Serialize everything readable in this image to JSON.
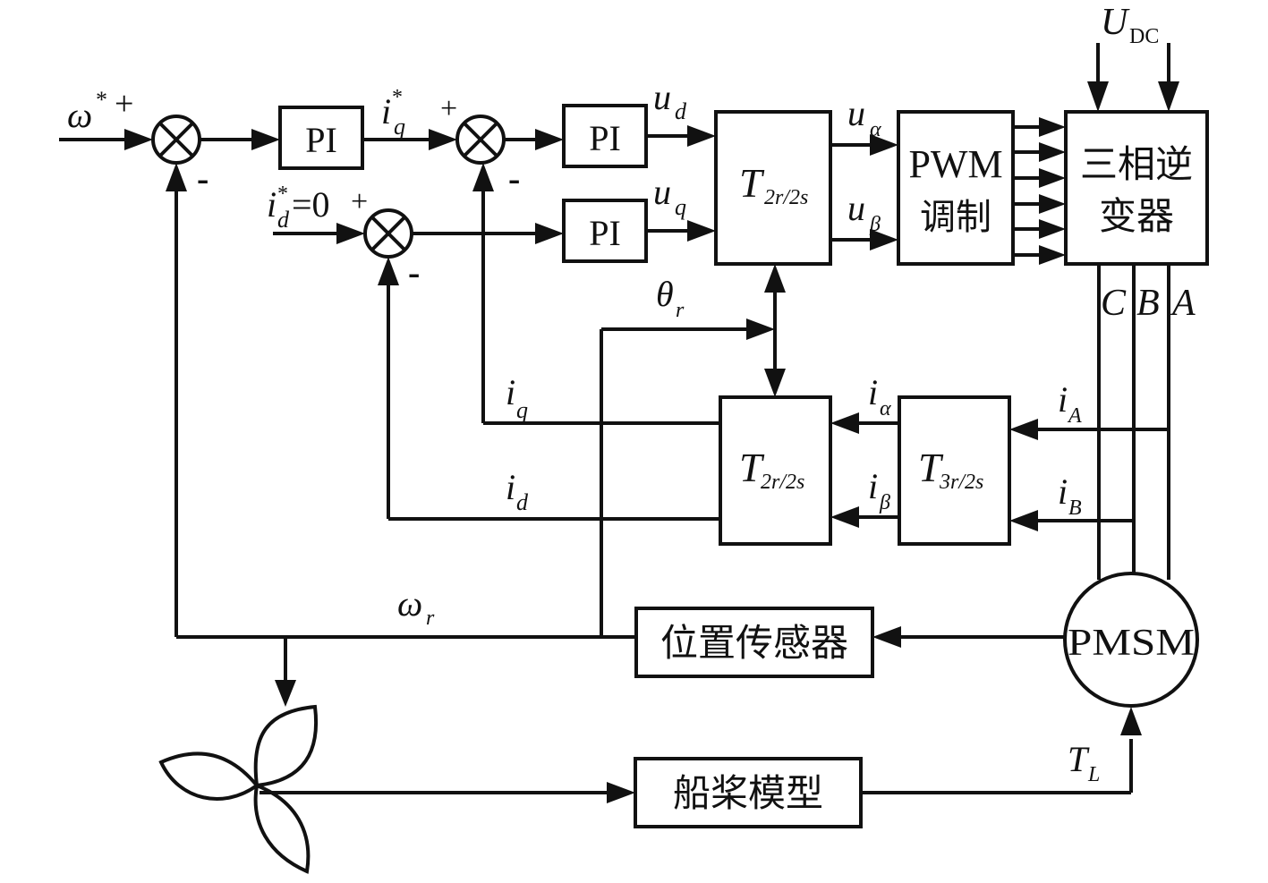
{
  "diagram": {
    "title": "PMSM vector control system with propeller load",
    "inputs": {
      "speed_ref": "ω",
      "speed_ref_sup": "*",
      "id_ref": "i",
      "id_ref_sup": "*",
      "id_ref_sub": "d",
      "id_ref_value": "=0",
      "udc": "U",
      "udc_sub": "DC"
    },
    "signs": {
      "plus": "+",
      "minus": "-"
    },
    "blocks": {
      "pi_speed": "PI",
      "pi_iq": "PI",
      "pi_id": "PI",
      "park_inv_main": "T",
      "park_inv_sub": "2r/2s",
      "pwm_line1": "PWM",
      "pwm_line2": "调制",
      "inverter_line1": "三相逆",
      "inverter_line2": "变器",
      "park_main": "T",
      "park_sub": "2r/2s",
      "clarke_main": "T",
      "clarke_sub": "3r/2s",
      "position_sensor": "位置传感器",
      "motor": "PMSM",
      "propeller_model": "船桨模型"
    },
    "signals": {
      "iq_ref": "i",
      "iq_ref_sup": "*",
      "iq_ref_sub": "q",
      "ud": "u",
      "ud_sub": "d",
      "uq": "u",
      "uq_sub": "q",
      "ualpha": "u",
      "ualpha_sub": "α",
      "ubeta": "u",
      "ubeta_sub": "β",
      "theta": "θ",
      "theta_sub": "r",
      "iq": "i",
      "iq_sub": "q",
      "id": "i",
      "id_sub": "d",
      "ialpha": "i",
      "ialpha_sub": "α",
      "ibeta": "i",
      "ibeta_sub": "β",
      "iA": "i",
      "iA_sub": "A",
      "iB": "i",
      "iB_sub": "B",
      "omega_r": "ω",
      "omega_r_sub": "r",
      "TL": "T",
      "TL_sub": "L",
      "phase_C": "C",
      "phase_B": "B",
      "phase_A": "A"
    },
    "icons": {
      "summing_junction": "circle-cross",
      "propeller": "three-blade-propeller"
    }
  }
}
